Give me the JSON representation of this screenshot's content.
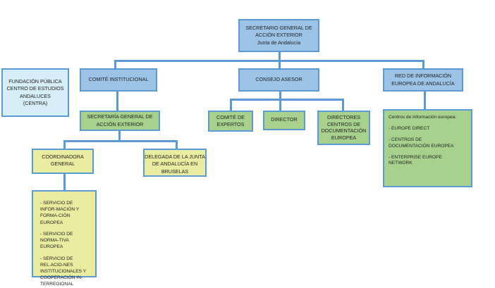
{
  "nodes": {
    "secretario": [
      "SECRETARIO GENERAL DE",
      "ACCIÓN EXTERIOR",
      "Junta de Andalucía"
    ],
    "fundacion": [
      "FUNDACIÓN PÚBLICA",
      "CENTRO DE ESTUDIOS",
      "ANDALUCES",
      "(CENTRA)"
    ],
    "comite_institucional": "COMITÉ INSTITUCIONAL",
    "consejo_asesor": "CONSEJO ASESOR",
    "red_informacion": [
      "RED DE INFORMACIÓN",
      "EUROPEA DE ANDALUCÍA"
    ],
    "secretaria_general": [
      "SECRETARÍA GENERAL DE",
      "ACCIÓN EXTERIOR"
    ],
    "comite_expertos": [
      "COMITÉ DE",
      "EXPERTOS"
    ],
    "director": "DIRECTOR",
    "directores_centros": [
      "DIRECTORES",
      "CENTROS DE",
      "DOCUMENTACIÓN",
      "EUROPEA"
    ],
    "centros_info": [
      "Centros de información europea:",
      "- EUROPE DIRECT",
      "- CENTROS DE DOCUMENTACIÓN EUROPEA",
      "- ENTERPRISE EUROPE NETWORK"
    ],
    "coordinadora": [
      "COORDINADORA",
      "GENERAL"
    ],
    "delegada": [
      "DELEGADA DE LA JUNTA",
      "DE ANDALUCÍA EN",
      "BRUSELAS"
    ],
    "servicios": [
      "- SERVICIO DE INFOR-MACIÓN Y FORMA-CIÓN EUROPEA",
      "- SERVICIO DE NORMA-TIVA EUROPEA",
      "- SERVICIO DE REL.ACIO-NES INSTITUCIONALES Y COOPERACIÓN IN-TERREGIONAL"
    ]
  },
  "colors": {
    "line": "#5b9bd5",
    "blue": "#9dc3e6",
    "light_blue": "#d6eef8",
    "green": "#a9d18e",
    "yellow": "#eaed9f"
  }
}
